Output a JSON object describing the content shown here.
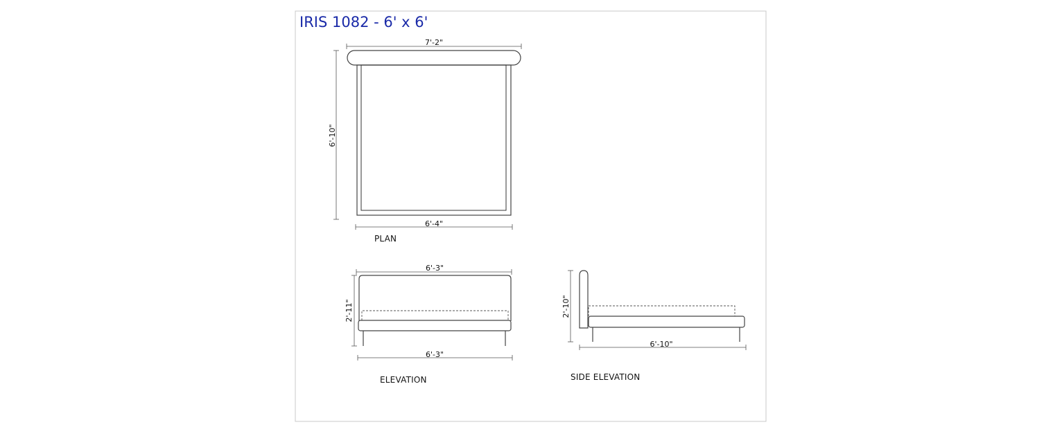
{
  "title": "IRIS 1082 - 6' x 6'",
  "plan": {
    "caption": "PLAN",
    "dim_top": "7'-2\"",
    "dim_bottom": "6'-4\"",
    "dim_left": "6'-10\""
  },
  "elevation": {
    "caption": "ELEVATION",
    "dim_top": "6'-3\"",
    "dim_bottom": "6'-3\"",
    "dim_left": "2'-11\""
  },
  "side_elevation": {
    "caption": "SIDE ELEVATION",
    "dim_bottom": "6'-10\"",
    "dim_left": "2'-10\""
  },
  "colors": {
    "title": "#1a2aa8",
    "line": "#333333",
    "border": "#cccccc"
  }
}
